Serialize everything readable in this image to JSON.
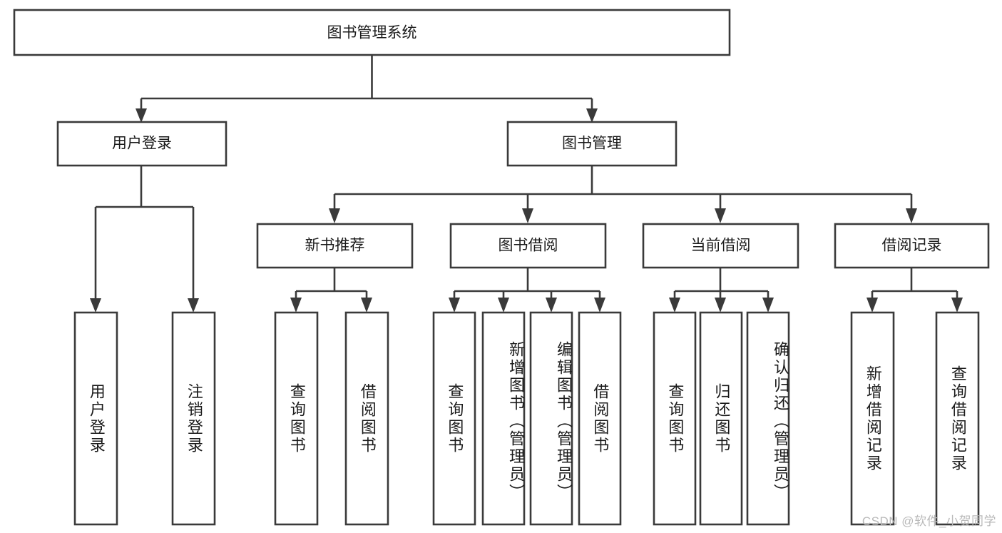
{
  "diagram": {
    "type": "tree-hierarchy-flowchart",
    "title": "图书管理系统",
    "watermark": "CSDN @软件_小贺同学",
    "colors": {
      "background": "#ffffff",
      "box_fill": "#ffffff",
      "box_stroke": "#3a3a3a",
      "text": "#1a1a1a",
      "watermark": "#b9b9b9"
    },
    "nodes": {
      "root": {
        "label": "图书管理系统",
        "level": 0,
        "orientation": "horizontal"
      },
      "user_login": {
        "label": "用户登录",
        "level": 1,
        "orientation": "horizontal"
      },
      "book_manage": {
        "label": "图书管理",
        "level": 1,
        "orientation": "horizontal"
      },
      "new_book_rec": {
        "label": "新书推荐",
        "level": 2,
        "orientation": "horizontal"
      },
      "book_borrow": {
        "label": "图书借阅",
        "level": 2,
        "orientation": "horizontal"
      },
      "current_borrow": {
        "label": "当前借阅",
        "level": 2,
        "orientation": "horizontal"
      },
      "borrow_record": {
        "label": "借阅记录",
        "level": 2,
        "orientation": "horizontal"
      },
      "leaf_user_login": {
        "label": "用户登录",
        "level": 3,
        "orientation": "vertical"
      },
      "leaf_logout": {
        "label": "注销登录",
        "level": 3,
        "orientation": "vertical"
      },
      "leaf_query_book_1": {
        "label": "查询图书",
        "level": 3,
        "orientation": "vertical"
      },
      "leaf_borrow_book_1": {
        "label": "借阅图书",
        "level": 3,
        "orientation": "vertical"
      },
      "leaf_query_book_2": {
        "label": "查询图书",
        "level": 3,
        "orientation": "vertical"
      },
      "leaf_add_book": {
        "label": "新增图书（管理员）",
        "level": 3,
        "orientation": "vertical"
      },
      "leaf_edit_book": {
        "label": "编辑图书（管理员）",
        "level": 3,
        "orientation": "vertical"
      },
      "leaf_borrow_book_2": {
        "label": "借阅图书",
        "level": 3,
        "orientation": "vertical"
      },
      "leaf_query_book_3": {
        "label": "查询图书",
        "level": 3,
        "orientation": "vertical"
      },
      "leaf_return_book": {
        "label": "归还图书",
        "level": 3,
        "orientation": "vertical"
      },
      "leaf_confirm_return": {
        "label": "确认归还（管理员）",
        "level": 3,
        "orientation": "vertical"
      },
      "leaf_add_record": {
        "label": "新增借阅记录",
        "level": 3,
        "orientation": "vertical"
      },
      "leaf_query_record": {
        "label": "查询借阅记录",
        "level": 3,
        "orientation": "vertical"
      }
    },
    "edges": [
      {
        "from": "root",
        "to": "user_login"
      },
      {
        "from": "root",
        "to": "book_manage"
      },
      {
        "from": "user_login",
        "to": "leaf_user_login"
      },
      {
        "from": "user_login",
        "to": "leaf_logout"
      },
      {
        "from": "book_manage",
        "to": "new_book_rec"
      },
      {
        "from": "book_manage",
        "to": "book_borrow"
      },
      {
        "from": "book_manage",
        "to": "current_borrow"
      },
      {
        "from": "book_manage",
        "to": "borrow_record"
      },
      {
        "from": "new_book_rec",
        "to": "leaf_query_book_1"
      },
      {
        "from": "new_book_rec",
        "to": "leaf_borrow_book_1"
      },
      {
        "from": "book_borrow",
        "to": "leaf_query_book_2"
      },
      {
        "from": "book_borrow",
        "to": "leaf_add_book"
      },
      {
        "from": "book_borrow",
        "to": "leaf_edit_book"
      },
      {
        "from": "book_borrow",
        "to": "leaf_borrow_book_2"
      },
      {
        "from": "current_borrow",
        "to": "leaf_query_book_3"
      },
      {
        "from": "current_borrow",
        "to": "leaf_return_book"
      },
      {
        "from": "current_borrow",
        "to": "leaf_confirm_return"
      },
      {
        "from": "borrow_record",
        "to": "leaf_add_record"
      },
      {
        "from": "borrow_record",
        "to": "leaf_query_record"
      }
    ]
  }
}
